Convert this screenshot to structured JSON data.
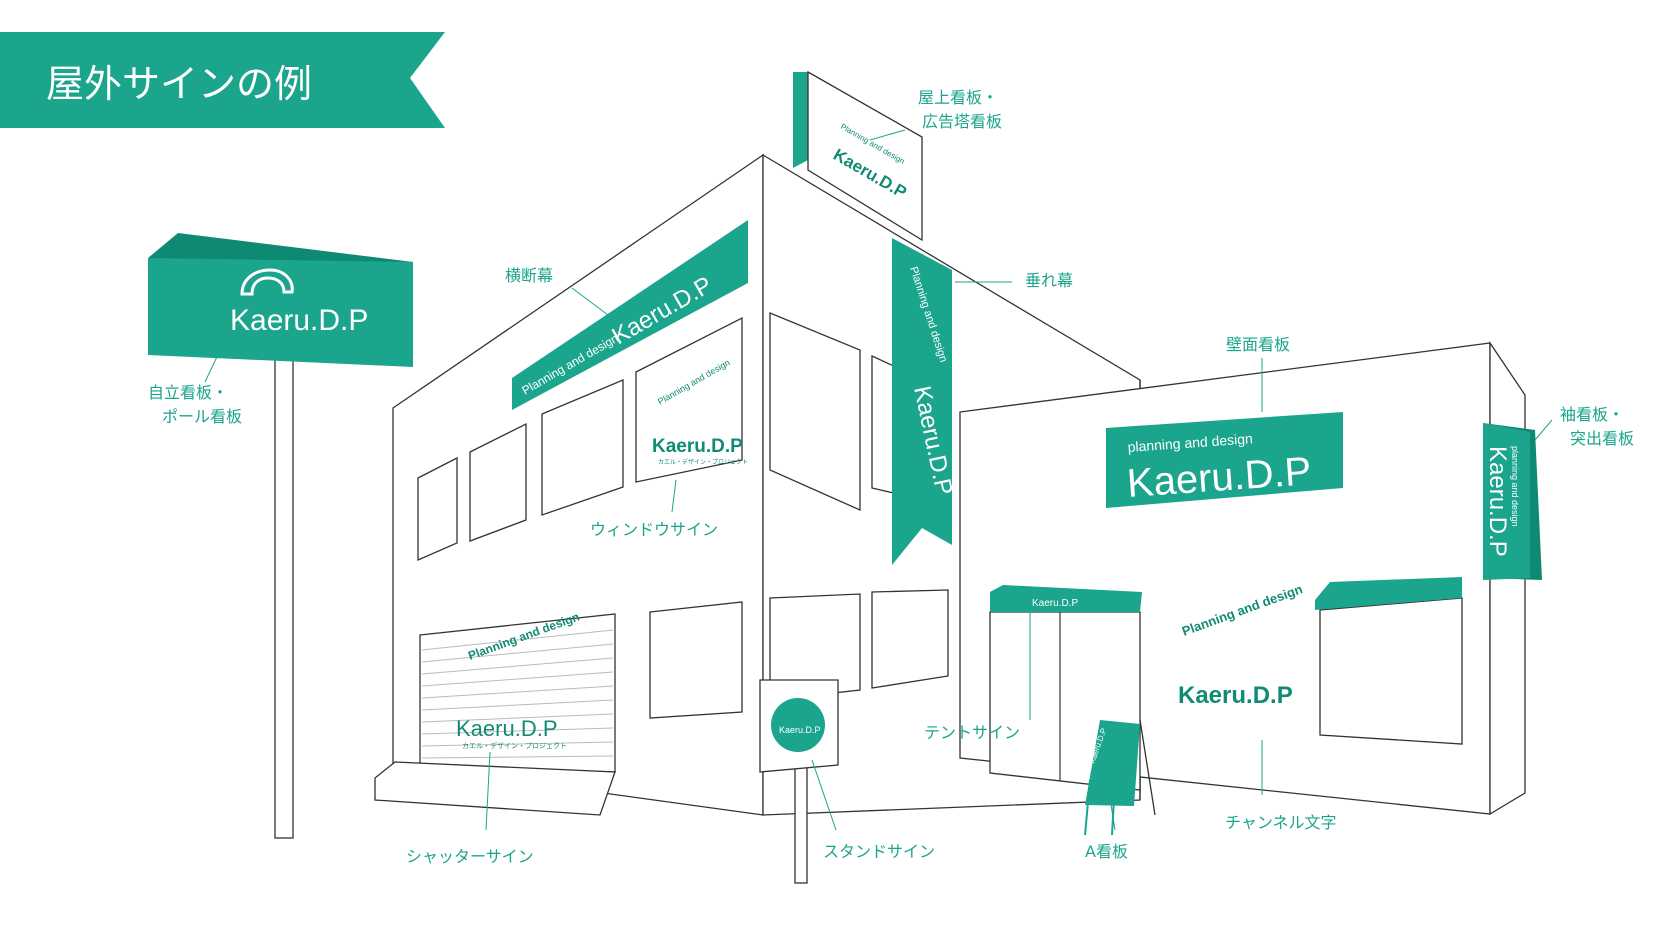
{
  "title": "屋外サインの例",
  "brand": {
    "name": "Kaeru.D.P",
    "tagline": "planning and design",
    "tagline_alt": "Planning and design",
    "kana": "カエル・デザイン・プロジェクト"
  },
  "labels": {
    "rooftop_1": "屋上看板・",
    "rooftop_2": "広告塔看板",
    "banner": "横断幕",
    "vertical_banner": "垂れ幕",
    "pole_1": "自立看板・",
    "pole_2": "ポール看板",
    "wall": "壁面看板",
    "projecting_1": "袖看板・",
    "projecting_2": "突出看板",
    "window": "ウィンドウサイン",
    "tent": "テントサイン",
    "channel": "チャンネル文字",
    "shutter": "シャッターサイン",
    "stand": "スタンドサイン",
    "a_board": "A看板"
  },
  "colors": {
    "accent": "#1aa58c",
    "accent_dark": "#0e8a73",
    "line": "#333333"
  }
}
